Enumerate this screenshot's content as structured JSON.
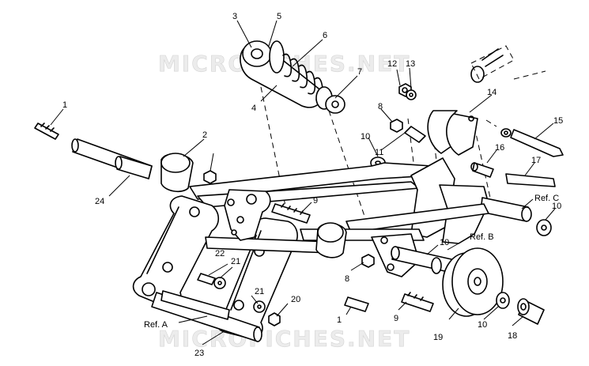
{
  "watermark": "MICROFICHES.NET",
  "callouts": {
    "n1a": "1",
    "n1b": "1",
    "n2": "2",
    "n3": "3",
    "n4": "4",
    "n5": "5",
    "n6": "6",
    "n7": "7",
    "n8a": "8",
    "n8b": "8",
    "n9a": "9",
    "n9b": "9",
    "n10a": "10",
    "n10b": "10",
    "n10c": "10",
    "n10d": "10",
    "n11": "11",
    "n12": "12",
    "n13": "13",
    "n14": "14",
    "n15": "15",
    "n16": "16",
    "n17": "17",
    "n18": "18",
    "n19": "19",
    "n20": "20",
    "n21a": "21",
    "n21b": "21",
    "n22": "22",
    "n23": "23",
    "n24": "24"
  },
  "references": {
    "ref_a": "Ref. A",
    "ref_b": "Ref. B",
    "ref_c": "Ref. C"
  }
}
